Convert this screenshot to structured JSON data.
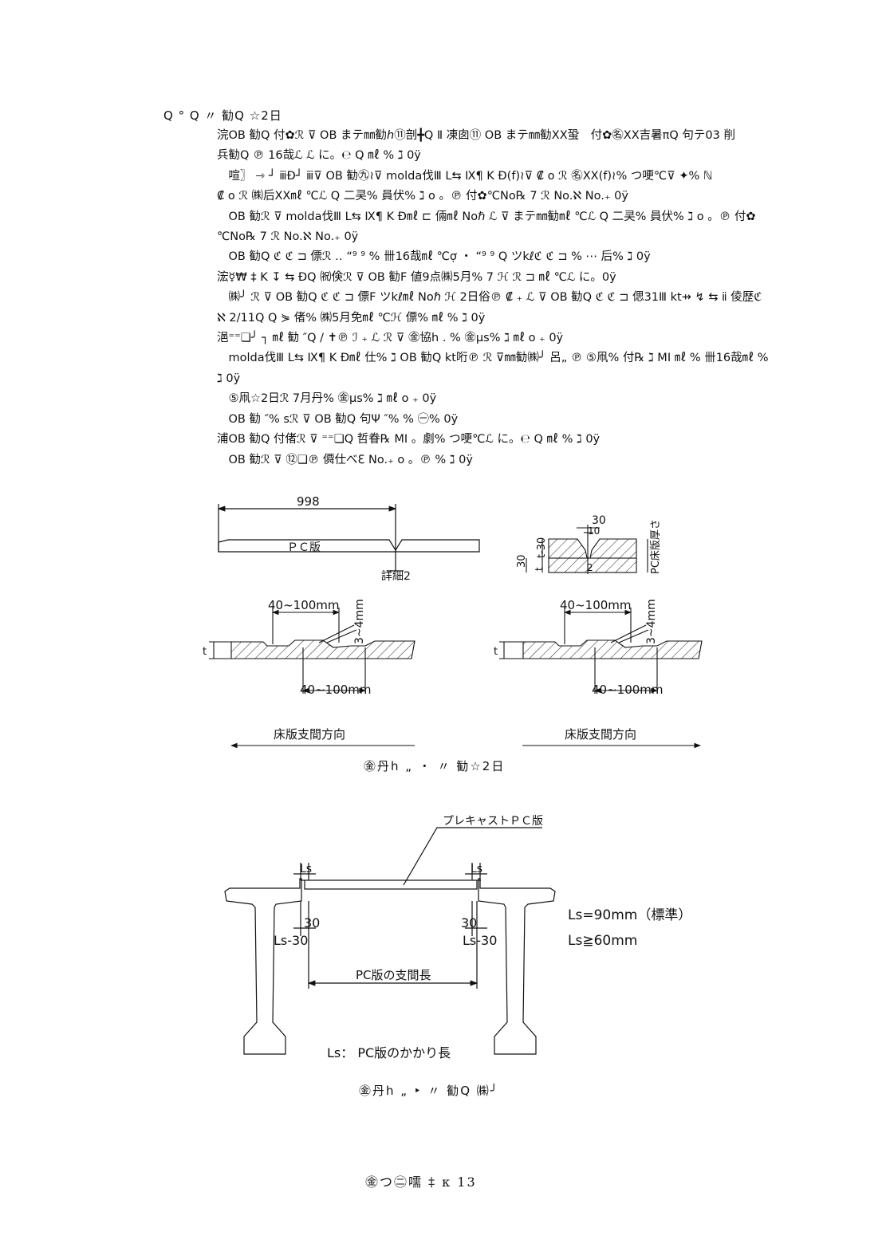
{
  "heading": "Q ° Q 〃  勧Q ☆2日",
  "paragraphs": [
    "浣OB 勧Q 付✿ℛ ⊽ OB まテ㎜勧ℎ⑪剖╋Q Ⅱ 凍囱⑪ OB まテ㎜勧XX蛩　付✿㊔XX吉暑πQ 句テ03 削",
    "兵勧Q ℗ 16哉ℒ ℒ に。℮ Q ㎖ % ℷ 0ÿ",
    "　喧〗 ⇾ ┘ ⅲĐ┘ ⅲ⊽ OB 勧㊈≀⊽ molda伐Ⅲ  L⇆ Ⅸ¶ Κ Đ(f)≀⊽ ₡ o ℛ ㊔XX(f)≀% つ哽℃⊽ ✦% ℕ",
    "₡ o ℛ ㈱后XX㎖ ℃ℒ Q 二㚑% 員伏% ℷ o 。℗ 付✿℃No℞ 7 ℛ No.ℵ No.₊ 0ÿ",
    "　OB 勧ℛ ⊽ molda伐Ⅲ  L⇆ Ⅸ¶ Κ Đ㎖ ⊏ 倆㎖ Noℏ ℒ ⊽ まテ㎜勧㎖ ℃ℒ Q 二㚑% 員伏% ℷ o 。℗ 付✿",
    "℃No℞ 7 ℛ No.ℵ No.₊ 0ÿ",
    "　OB 勧Q ℭ ℭ ⊐ 僄ℛ ‥ “⁹ ⁹ % 卌16哉㎖ ℃ợ ・ “⁹ ⁹ Q ツkℓℭ ℭ ⊐ % ⋯ 后% ℷ 0ÿ",
    "浤☿₩ ‡ Κ ↧ ⇆ ĐQ ㈷倹ℛ ⊽ OB 勧F 値9点㈱5月% 7 ℋ ℛ ⊐ ㎖ ℃ℒ に。0ÿ",
    "　㈱╯ ℛ ⊽ OB 勧Q ℭ ℭ ⊐ 僄F ツkℓ㎖ Noℏ ℋ 2日俗℗ ₡ ₊ ℒ ⊽ OB 勧Q ℭ ℭ ⊐ 偲31Ⅲ kt⇸ ↯ ⇆ ⅱ 倰歴ℭ",
    "ℵ 2/11Q Q ⋟ 偖% ㈱5月免㎖ ℃ℋ 僄% ㎖ % ℷ 0ÿ",
    "浥⁼⁼❏╯ ┐ ㎖ 勧 ″Q / ✝℗ ℐ ₊ ℒ ℛ ⊽ ㊎協h . % ㊎μs% ℷ ㎖ o ₊ 0ÿ",
    "　molda伐Ⅲ  L⇆ Ⅸ¶ Κ Đ㎖ 仕% ℷ  OB 勧Q kt哘℗ ℛ ⊽㎜勧㈱╯ 呂„ ℗ ⑤凧% 付℞ ℷ ⅯⅠ ㎖ % 卌16哉㎖ %",
    "ℷ 0ÿ",
    "　⑤凧☆2日ℛ 7月丹% ㊎μs% ℷ ㎖ o ₊ 0ÿ",
    "　OB 勧 ″% sℛ ⊽ OB 勧Q 句Ψ ″% % ㊀% 0ÿ",
    "浦OB 勧Q 付偖ℛ ⊽ ⁼⁼❏Q 哲眷℞ ⅯⅠ 。劇% つ哽℃ℒ に。℮ Q ㎖ % ℷ 0ÿ",
    "　OB 勧ℛ ⊽ ⑫❏℗ 僲仕べℇ No.₊ o 。℗ % ℷ 0ÿ"
  ],
  "figure1": {
    "dim_998": "998",
    "pc_slab": "ＰＣ版",
    "detail2": "詳細2",
    "dim_30": "30",
    "dim_10": "10",
    "dim_t30": "t-30",
    "dim_30b": "30",
    "dim_t": "t",
    "dim_2": "2",
    "pc_thickness": "PC床版厚さ",
    "left_top_dim": "40~100mm",
    "left_bottom_dim": "40~100mm",
    "left_depth": "3~4mm",
    "left_t": "t",
    "left_direction": "床版支間方向",
    "right_top_dim": "40~100mm",
    "right_bottom_dim": "40~100mm",
    "right_depth": "3~4mm",
    "right_t": "t",
    "right_direction": "床版支間方向",
    "caption": "㊎丹h „ ・  〃  勧☆2日"
  },
  "figure2": {
    "precast_label": "プレキャストＰＣ版",
    "ls_left": "Ls",
    "ls_right": "Ls",
    "dim30_left": "30",
    "ls30_left": "Ls-30",
    "dim30_right": "30",
    "ls30_right": "Ls-30",
    "ls_std": "Ls=90mm（標準）",
    "ls_min": "Ls≧60mm",
    "span_label": "PC版の支間長",
    "legend": "Ls： PC版のかかり長",
    "caption": "㊎丹h „ ‣  〃  勧Q ㈱╯"
  },
  "footer": "㊎つ㊁嚅  ‡  κ  13"
}
